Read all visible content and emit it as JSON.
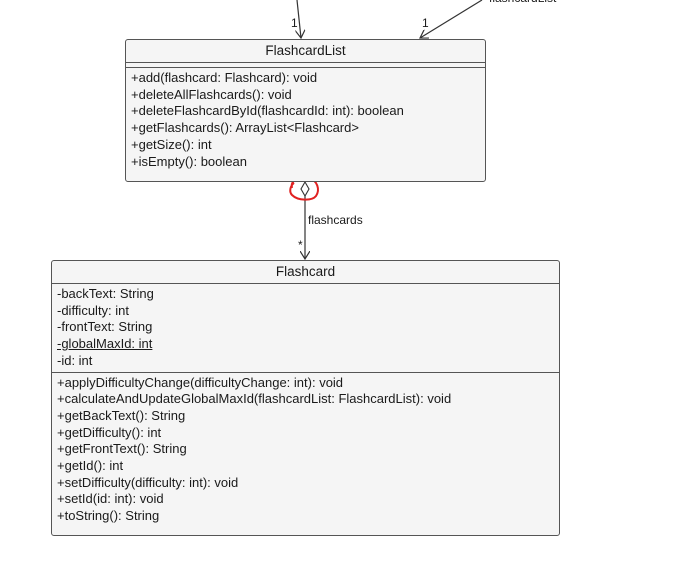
{
  "classes": {
    "flashcard_list": {
      "name": "FlashcardList",
      "attributes": [],
      "methods": [
        "+add(flashcard: Flashcard): void",
        "+deleteAllFlashcards(): void",
        "+deleteFlashcardById(flashcardId: int): boolean",
        "+getFlashcards(): ArrayList<Flashcard>",
        "+getSize(): int",
        "+isEmpty(): boolean"
      ]
    },
    "flashcard": {
      "name": "Flashcard",
      "attributes": [
        "-backText: String",
        "-difficulty: int",
        "-frontText: String",
        "-globalMaxId: int",
        "-id: int"
      ],
      "methods": [
        "+applyDifficultyChange(difficultyChange: int): void",
        "+calculateAndUpdateGlobalMaxId(flashcardList: FlashcardList): void",
        "+getBackText(): String",
        "+getDifficulty(): int",
        "+getFrontText(): String",
        "+getId(): int",
        "+setDifficulty(difficulty: int): void",
        "+setId(id: int): void",
        "+toString(): String"
      ]
    }
  },
  "relations": {
    "top_left_multiplicity": "1",
    "top_right_multiplicity": "1",
    "top_right_label": "flashcardList",
    "aggregation_label": "flashcards",
    "aggregation_multiplicity": "*"
  },
  "colors": {
    "line": "#333333",
    "box_border": "#555555",
    "box_fill": "#f5f5f5",
    "highlight": "#e02020"
  }
}
